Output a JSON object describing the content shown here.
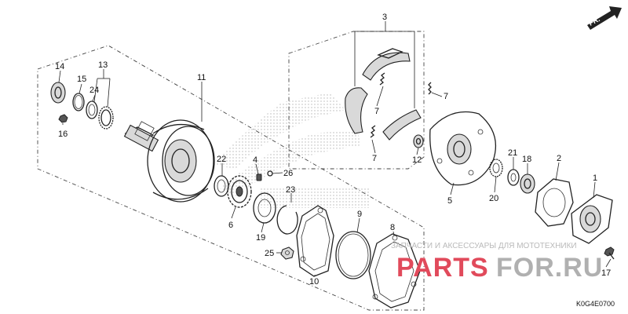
{
  "diagram": {
    "figure_code": "K0G4E0700",
    "direction_label": "FR.",
    "callouts": {
      "c1": "1",
      "c2": "2",
      "c3": "3",
      "c4": "4",
      "c5": "5",
      "c6": "6",
      "c7a": "7",
      "c7b": "7",
      "c7c": "7",
      "c8": "8",
      "c9": "9",
      "c10": "10",
      "c11": "11",
      "c12": "12",
      "c13": "13",
      "c14": "14",
      "c15": "15",
      "c16": "16",
      "c17": "17",
      "c18": "18",
      "c19": "19",
      "c20": "20",
      "c21": "21",
      "c22": "22",
      "c23": "23",
      "c24": "24",
      "c25": "25",
      "c26": "26"
    }
  },
  "watermark": {
    "caption": "ЗАПЧАСТИ И АКСЕССУАРЫ ДЛЯ МОТОТЕХНИКИ",
    "brand_left": "PARTS",
    "brand_right": "FOR.RU"
  },
  "colors": {
    "brand_red": "#e14a5b",
    "line": "#222222"
  }
}
